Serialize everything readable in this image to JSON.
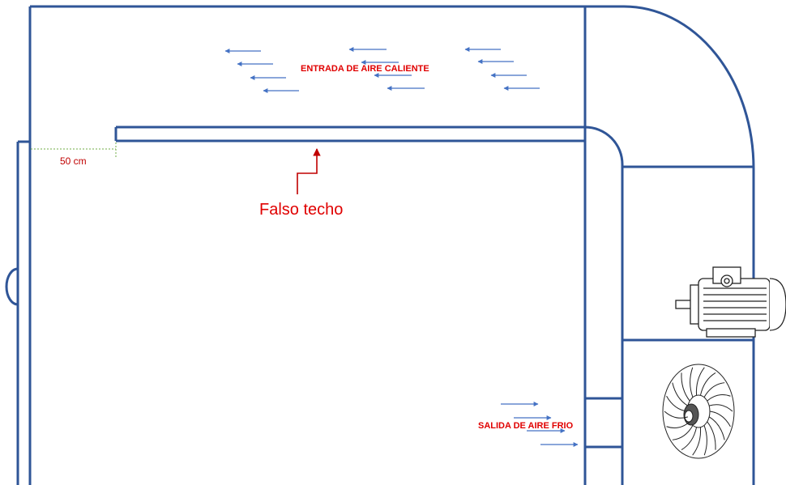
{
  "labels": {
    "hot_air_inlet": "ENTRADA DE AIRE CALIENTE",
    "false_ceiling": "Falso techo",
    "gap": "50 cm",
    "cold_air_outlet": "SALIDA DE AIRE FRIO"
  },
  "colors": {
    "wall": "#2f5597",
    "arrow": "#4472c4",
    "label": "#e00000",
    "dim_line": "#70ad47"
  },
  "icons": {
    "motor": "electric-motor-icon",
    "fan": "centrifugal-fan-icon"
  }
}
